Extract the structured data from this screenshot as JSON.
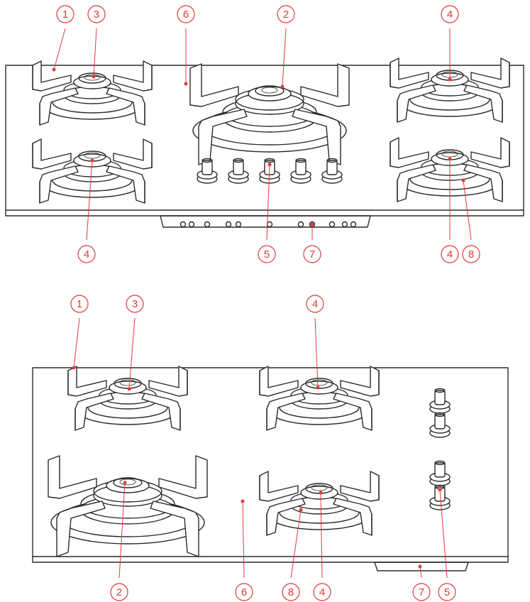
{
  "colors": {
    "callout": "#e23a3a",
    "line": "#2a2a2a",
    "background": "#ffffff"
  },
  "diagrams": [
    {
      "name": "hob-five-burner",
      "callouts": [
        {
          "id": "c1-top",
          "label": "1"
        },
        {
          "id": "c3-top",
          "label": "3"
        },
        {
          "id": "c6-top",
          "label": "6"
        },
        {
          "id": "c2-top",
          "label": "2"
        },
        {
          "id": "c4a-top",
          "label": "4"
        },
        {
          "id": "c4b-top",
          "label": "4"
        },
        {
          "id": "c5-top",
          "label": "5"
        },
        {
          "id": "c7-top",
          "label": "7"
        },
        {
          "id": "c4c-top",
          "label": "4"
        },
        {
          "id": "c8-top",
          "label": "8"
        }
      ]
    },
    {
      "name": "hob-four-burner",
      "callouts": [
        {
          "id": "c1-bot",
          "label": "1"
        },
        {
          "id": "c3-bot",
          "label": "3"
        },
        {
          "id": "c4a-bot",
          "label": "4"
        },
        {
          "id": "c2-bot",
          "label": "2"
        },
        {
          "id": "c6-bot",
          "label": "6"
        },
        {
          "id": "c8-bot",
          "label": "8"
        },
        {
          "id": "c4b-bot",
          "label": "4"
        },
        {
          "id": "c7-bot",
          "label": "7"
        },
        {
          "id": "c5-bot",
          "label": "5"
        }
      ]
    }
  ]
}
